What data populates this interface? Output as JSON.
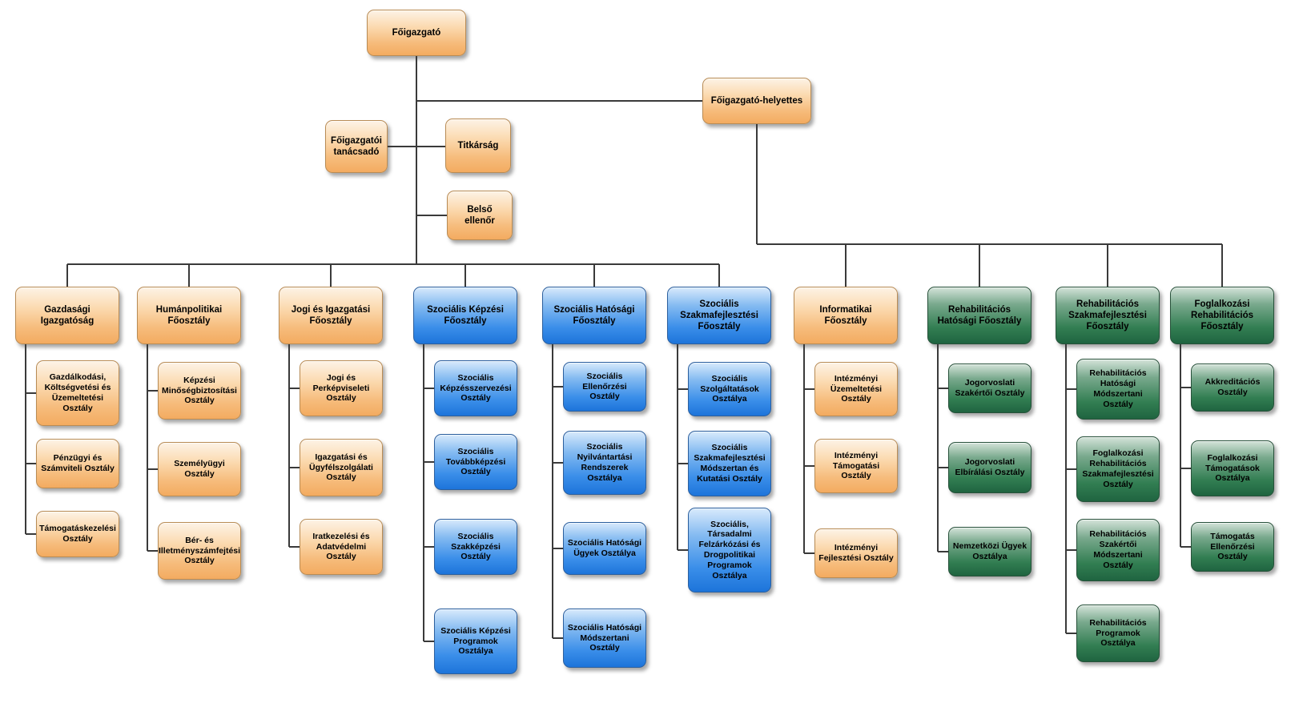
{
  "colors": {
    "orange_accent": "#f3ab60",
    "blue_accent": "#1d74da",
    "green_accent": "#1f6440",
    "line": "#3a3a3a",
    "text": "#000000"
  },
  "chart": {
    "top": {
      "director": {
        "label": "Főigazgató"
      },
      "deputy": {
        "label": "Főigazgató-helyettes"
      },
      "advisor": {
        "label": "Főigazgatói tanácsadó"
      },
      "secretariat": {
        "label": "Titkárság"
      },
      "internal_auditor": {
        "label": "Belső ellenőr"
      }
    },
    "columns": [
      {
        "id": "gazdasagi-igazgatosag",
        "theme": "orange",
        "header": "Gazdasági Igazgatóság",
        "children": [
          "Gazdálkodási, Költségvetési és Üzemeltetési Osztály",
          "Pénzügyi és Számviteli Osztály",
          "Támogatáskezelési Osztály"
        ]
      },
      {
        "id": "humanpolitikai-foosztaly",
        "theme": "orange",
        "header": "Humánpolitikai Főosztály",
        "children": [
          "Képzési Minőségbiztosítási Osztály",
          "Személyügyi Osztály",
          "Bér- és Illetményszámfejtési Osztály"
        ]
      },
      {
        "id": "jogi-es-igazgatasi-foosztaly",
        "theme": "orange",
        "header": "Jogi és Igazgatási Főosztály",
        "children": [
          "Jogi és Perképviseleti Osztály",
          "Igazgatási és Ügyfélszolgálati Osztály",
          "Iratkezelési és Adatvédelmi Osztály"
        ]
      },
      {
        "id": "szocialis-kepzesi-foosztaly",
        "theme": "blue",
        "header": "Szociális Képzési Főosztály",
        "children": [
          "Szociális Képzésszervezési Osztály",
          "Szociális Továbbképzési Osztály",
          "Szociális Szakképzési Osztály",
          "Szociális Képzési Programok Osztálya"
        ]
      },
      {
        "id": "szocialis-hatosagi-foosztaly",
        "theme": "blue",
        "header": "Szociális Hatósági Főosztály",
        "children": [
          "Szociális Ellenőrzési Osztály",
          "Szociális Nyilvántartási Rendszerek Osztálya",
          "Szociális Hatósági Ügyek Osztálya",
          "Szociális Hatósági Módszertani Osztály"
        ]
      },
      {
        "id": "szocialis-szakmafejlesztesi-foosztaly",
        "theme": "blue",
        "header": "Szociális Szakmafejlesztési Főosztály",
        "children": [
          "Szociális Szolgáltatások Osztálya",
          "Szociális Szakmafejlesztési Módszertan és Kutatási Osztály",
          "Szociális, Társadalmi Felzárkózási és Drogpolitikai Programok Osztálya"
        ]
      },
      {
        "id": "informatikai-foosztaly",
        "theme": "orange",
        "header": "Informatikai Főosztály",
        "children": [
          "Intézményi Üzemeltetési Osztály",
          "Intézményi Támogatási Osztály",
          "Intézményi Fejlesztési Osztály"
        ]
      },
      {
        "id": "rehabilitacios-hatosagi-foosztaly",
        "theme": "green",
        "header": "Rehabilitációs Hatósági Főosztály",
        "children": [
          "Jogorvoslati Szakértői Osztály",
          "Jogorvoslati Elbírálási Osztály",
          "Nemzetközi Ügyek Osztálya"
        ]
      },
      {
        "id": "rehabilitacios-szakmafejlesztesi-foosztaly",
        "theme": "green",
        "header": "Rehabilitációs Szakmafejlesztési Főosztály",
        "children": [
          "Rehabilitációs Hatósági Módszertani Osztály",
          "Foglalkozási Rehabilitációs Szakmafejlesztési Osztály",
          "Rehabilitációs Szakértői Módszertani Osztály",
          "Rehabilitációs Programok Osztálya"
        ]
      },
      {
        "id": "foglalkozasi-rehabilitacios-foosztaly",
        "theme": "green",
        "header": "Foglalkozási Rehabilitációs Főosztály",
        "children": [
          "Akkreditációs Osztály",
          "Foglalkozási Támogatások Osztálya",
          "Támogatás Ellenőrzési Osztály"
        ]
      }
    ]
  }
}
